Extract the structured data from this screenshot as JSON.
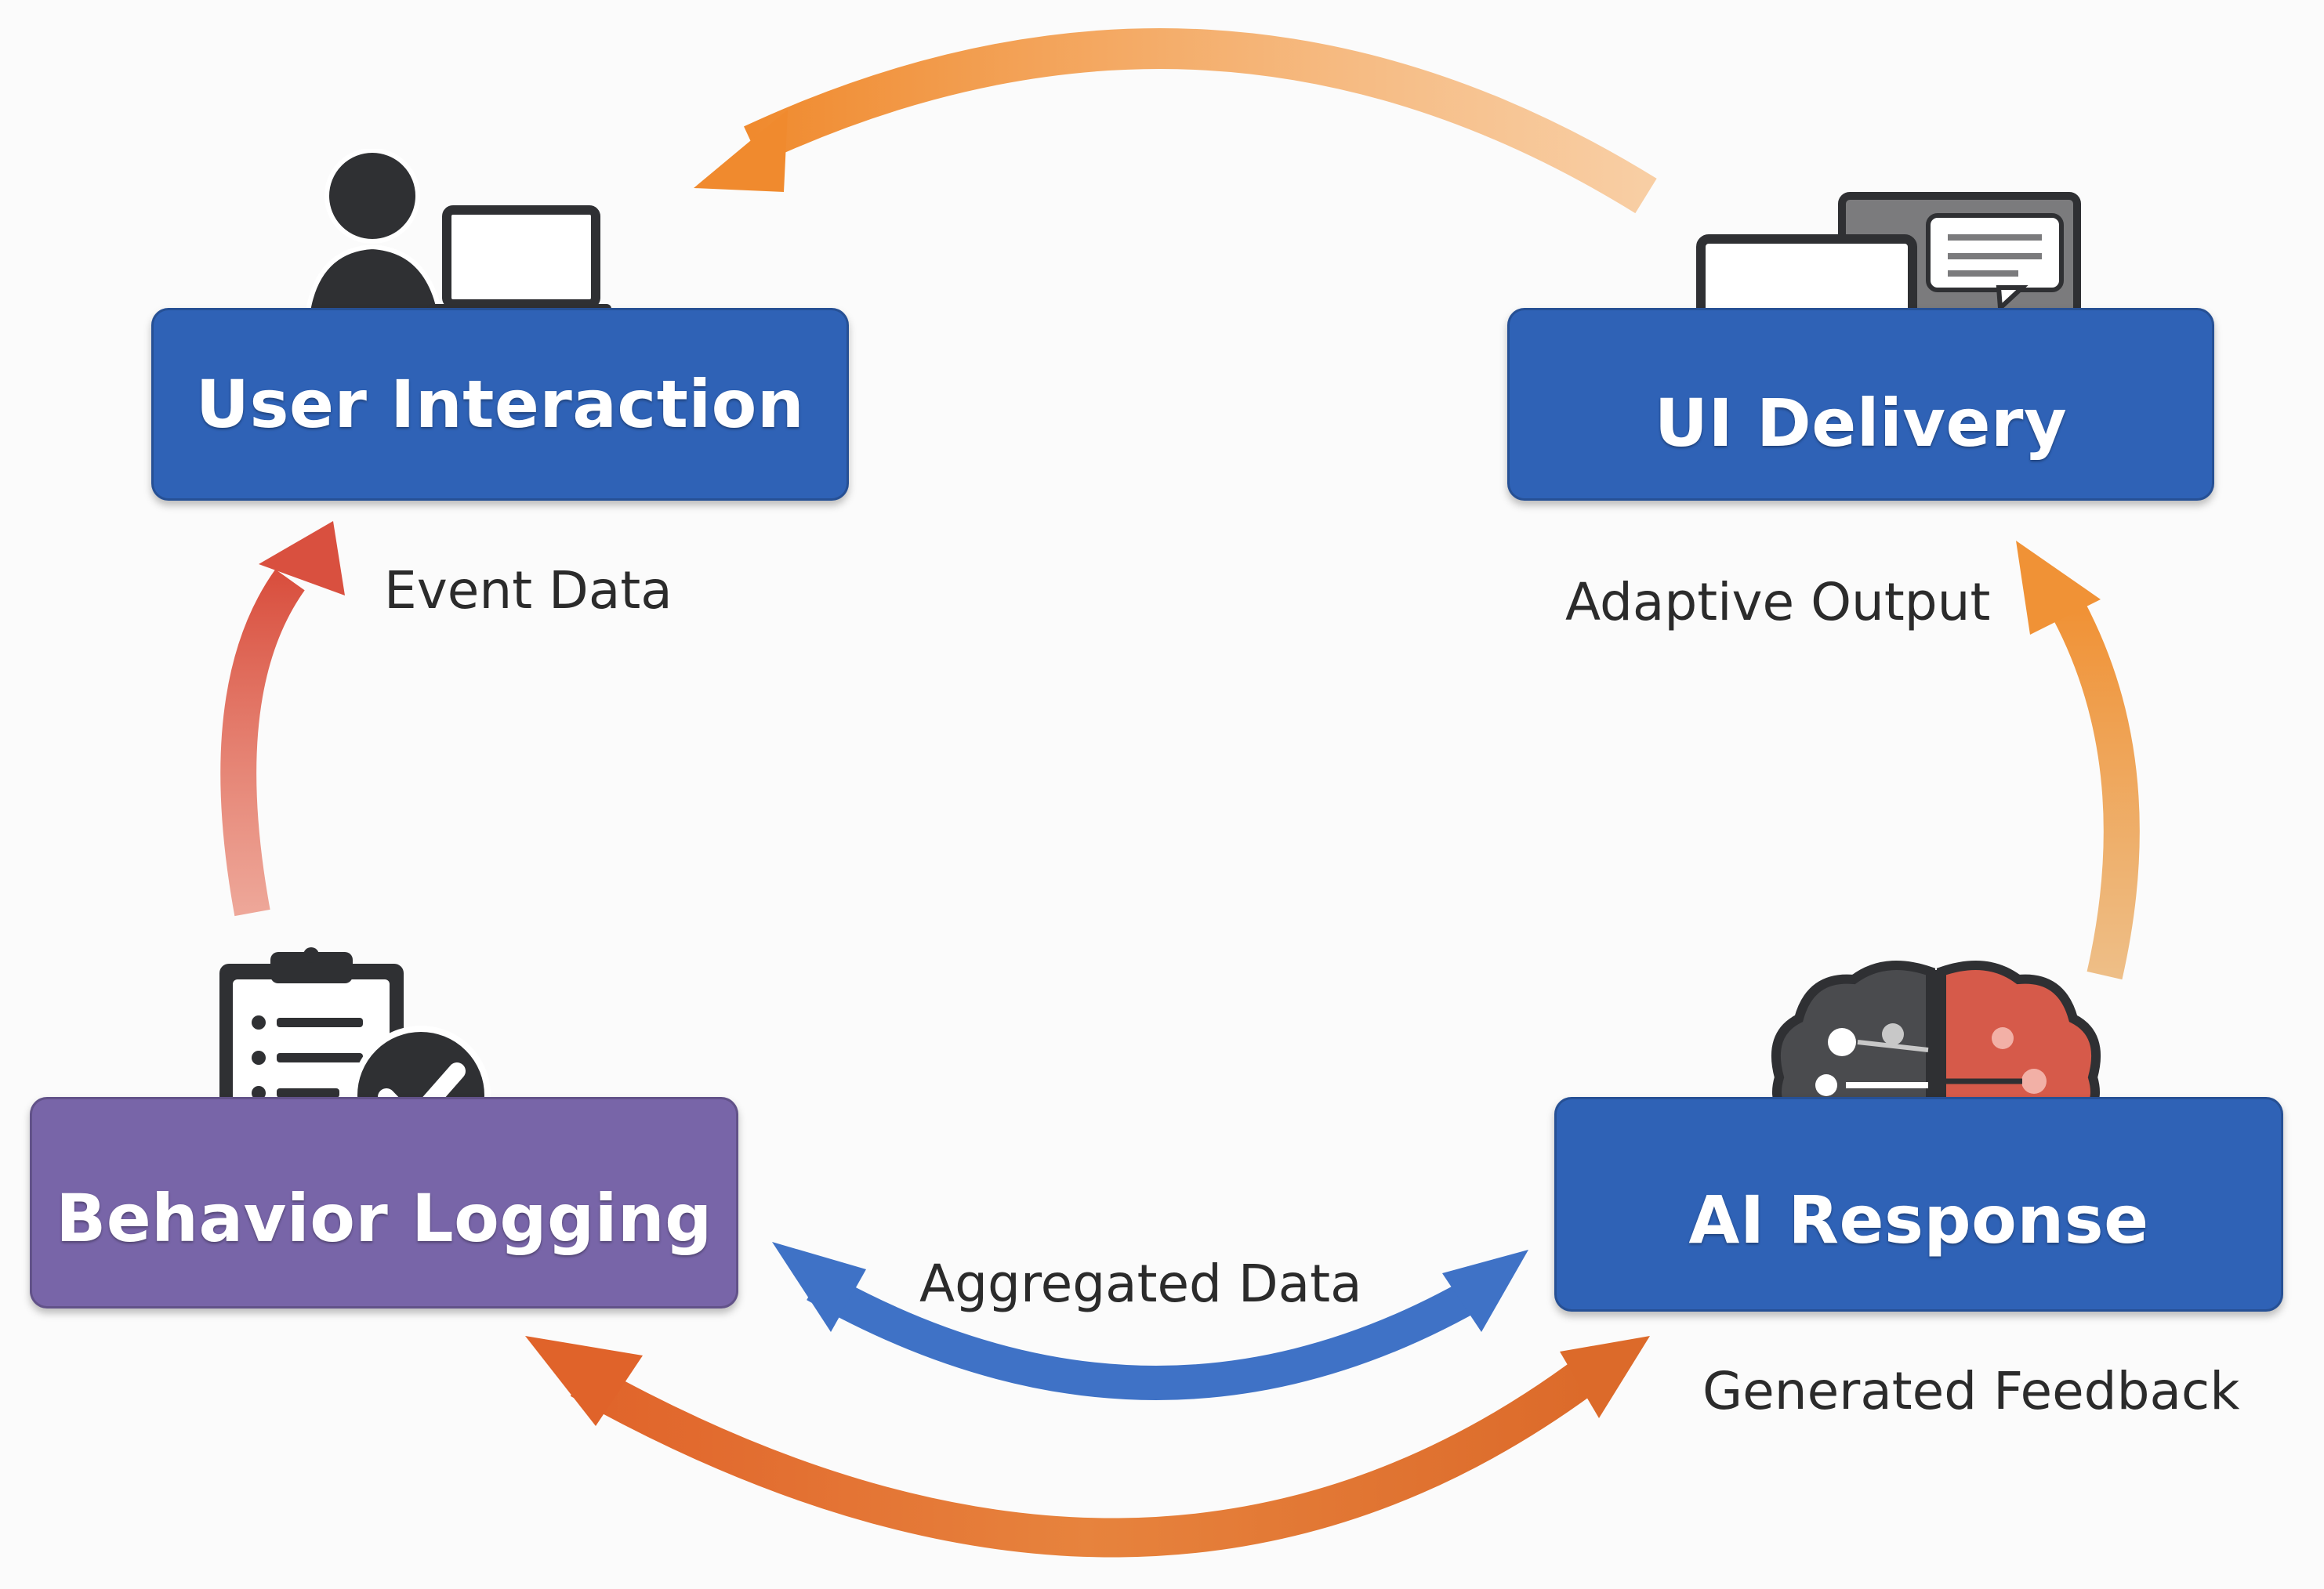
{
  "nodes": {
    "user_interaction": {
      "label": "User Interaction",
      "color": "#2f62b6",
      "icon": "user-laptop-icon"
    },
    "ui_delivery": {
      "label": "UI Delivery",
      "color": "#2f62b6",
      "icon": "monitors-chat-icon"
    },
    "behavior_logging": {
      "label": "Behavior Logging",
      "color": "#7865a8",
      "icon": "clipboard-check-icon"
    },
    "ai_response": {
      "label": "AI Response",
      "color": "#2f62b6",
      "icon": "brain-circuit-icon"
    }
  },
  "edges": {
    "event_data": {
      "label": "Event Data",
      "from": "behavior_logging",
      "to": "user_interaction",
      "color": "#e0604a"
    },
    "adaptive_output": {
      "label": "Adaptive Output",
      "from": "ai_response",
      "to": "ui_delivery",
      "color": "#e8a043"
    },
    "aggregated_data": {
      "label": "Aggregated Data",
      "between": [
        "behavior_logging",
        "ai_response"
      ],
      "color": "#3f72c6"
    },
    "generated_feedback": {
      "label": "Generated Feedback",
      "between": [
        "behavior_logging",
        "ai_response"
      ],
      "color": "#e0742f"
    },
    "top_return": {
      "from": "ui_delivery",
      "to": "user_interaction",
      "color": "#f0913a"
    }
  }
}
